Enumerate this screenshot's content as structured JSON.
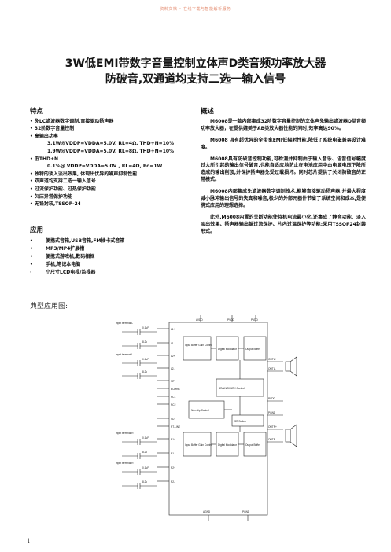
{
  "watermark": "资料文档 • 在线下载与智能解析服务",
  "title_line1": "3W低EMI带数字音量控制立体声D类音频功率放大器",
  "title_line2": "防破音,双通道均支持二选一输入信号",
  "features": {
    "heading": "特点",
    "items": [
      "• 免LC滤波器数字调制,直接驱动扬声器",
      "• 32阶数字音量控制",
      "• 高输出功率",
      "3.1W@VDDP=VDDA=5.0V, RL=4Ω, THD+N=10%",
      "1.9W@VDDP=VDDA=5.0V, RL=8Ω, THD+N=10%",
      "• 低THD+N",
      "0.1%@ VDDP=VDDA=5.0V , RL=4Ω, Po=1W",
      "• 独特的淡入淡出效果, 体现出优异的噪声抑制性能",
      "• 双声道均支持二选一输入信号",
      "• 过流保护功能、过热保护功能",
      "• 欠压异常保护功能",
      "• 无铅封装,TSSOP-24"
    ]
  },
  "applications": {
    "heading": "应用",
    "items": [
      {
        "bullet": "•",
        "text": "便携式音箱,USB音箱,FM插卡式音箱"
      },
      {
        "bullet": "•",
        "text": "MP3/MP4扩展槽"
      },
      {
        "bullet": "•",
        "text": "便携式游戏机,数码相框"
      },
      {
        "bullet": "•",
        "text": "手机,笔记本电脑"
      },
      {
        "bullet": "·",
        "text": "小尺寸LCD电视/监视器"
      }
    ]
  },
  "overview": {
    "heading": "概述",
    "paragraphs": [
      "M6008是一款内部集成32阶数字音量控制的立体声免输出滤波器D类音频功率放大器，在提供媲美于AB类放大器性能的同时,效率高达90%。",
      "M6008 具有超优异的全带宽EMI低辐射性能,降低了系统电磁兼容设计难度。",
      "M6008具有防破音控制功能,可检测并抑制由于输入音乐、语音信号幅度过大所引起的输出信号破音,也能自适应地防止在电池应用中由电源电压下降所造成的输出削顶,并保护扬声器免受过载损坏。同时芯片提供了关闭防破音的正常模式。",
      "M6008内部集成免滤波器数字调制技术,能够直接驱动扬声器,并最大程度减小脉冲输出信号的失真和噪音,极少的外部元器件节省了系统空间和成本,是便携式应用的理想选择。",
      "此外,M6008内置的关断功能使待机电流最小化,还集成了静音功能、淡入淡出效果、扬声器输出端过流保护、片内过温保护等功能;采用TSSOP24封装形式。"
    ]
  },
  "diagram": {
    "heading": "典型应用图:",
    "input_l1": "Input\nterminal L",
    "input_l2": "Input\nterminal L",
    "input_r1": "Input\nterminal R",
    "input_r2": "Input\nterminal R",
    "cap": "0.1uF",
    "res": "8.2k",
    "pins_left": [
      "L1+",
      "L1-",
      "L2+",
      "L2-",
      "MP",
      "BCMRB",
      "NC1",
      "NC2",
      "SD",
      "RT-LINE",
      "R1+",
      "R1-",
      "R2+",
      "R2-"
    ],
    "pins_right": [
      "OUTL+",
      "OUTL-",
      "PVDD",
      "PGND",
      "OUTR+",
      "OUTR-"
    ],
    "blocks": {
      "input_buffer_l": "Input Buffer\nGain Control",
      "digital_mod_l": "Digital\nModulator",
      "output_buffer_l": "Output\nBuffer",
      "control_core": "BRAIN/SHARK\nControl",
      "nonclip": "Non-clip\nControl",
      "sr_switch": "SR Switch",
      "input_buffer_r": "Input Buffer\nGain Control",
      "digital_mod_r": "Digital\nModulator",
      "output_buffer_r": "Output\nBuffer"
    },
    "top_labels": [
      "AVDD",
      "PVDD",
      "PVDD"
    ],
    "bottom_labels": [
      "AGND",
      "PGND"
    ]
  },
  "page_number": "1"
}
